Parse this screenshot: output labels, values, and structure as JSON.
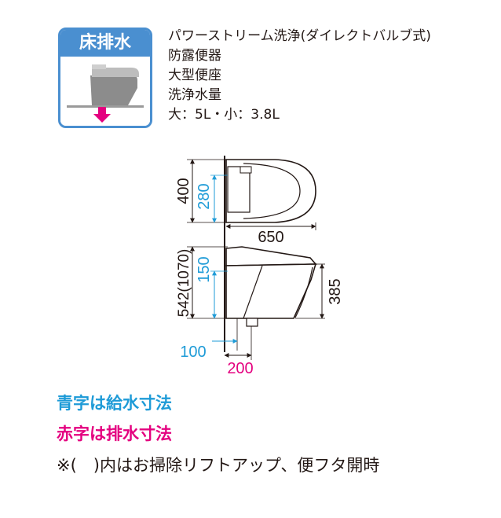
{
  "badge": {
    "label": "床排水"
  },
  "specs": {
    "line1": "パワーストリーム洗浄(ダイレクトバルブ式)",
    "line2": "防露便器",
    "line3": "大型便座",
    "line4": "洗浄水量",
    "line5": "大：5L・小：3.8L"
  },
  "dimensions": {
    "top_height": "400",
    "top_supply_height": "280",
    "depth": "650",
    "side_height": "542(1070)",
    "side_supply_height": "150",
    "front_height": "385",
    "supply_offset": "100",
    "drain_offset": "200"
  },
  "legend": {
    "blue": "青字は給水寸法",
    "pink": "赤字は排水寸法",
    "note": "※(　)内はお掃除リフトアップ、便フタ開時"
  },
  "colors": {
    "supply": "#1e9bd7",
    "drain": "#e4007f",
    "badge": "#4a8fd0"
  }
}
